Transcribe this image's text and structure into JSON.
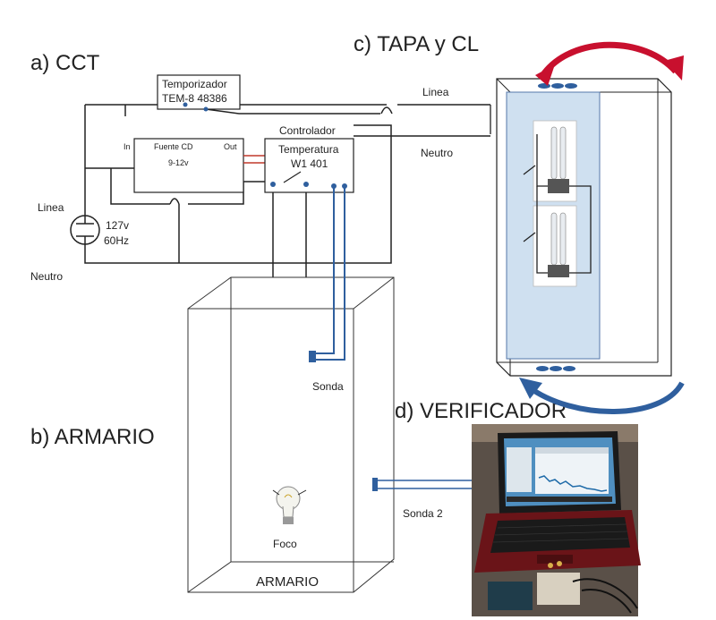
{
  "sections": {
    "cct": "a) CCT",
    "tapa": "c) TAPA y CL",
    "armario": "b) ARMARIO",
    "verificador": "d) VERIFICADOR"
  },
  "timer": {
    "line1": "Temporizador",
    "line2": "TEM-8 48386"
  },
  "power_supply": {
    "line1": "Fuente CD",
    "line2": "9-12v",
    "in_label": "In",
    "out_label": "Out"
  },
  "controller": {
    "title": "Controlador",
    "line1": "Temperatura",
    "line2": "W1 401"
  },
  "source": {
    "voltage": "127v",
    "frequency": "60Hz"
  },
  "wires": {
    "linea_left": "Linea",
    "neutro_left": "Neutro",
    "linea_right": "Linea",
    "neutro_right": "Neutro"
  },
  "cabinet": {
    "probe1": "Sonda",
    "bulb": "Foco",
    "base_label": "ARMARIO",
    "probe2": "Sonda 2"
  },
  "colors": {
    "wire": "#222222",
    "red_wire": "#c0392b",
    "red_arrow": "#c8102e",
    "blue_arrow": "#2f5f9e",
    "panel_fill": "#cfe0f0",
    "probe_blue": "#2f5f9e"
  }
}
